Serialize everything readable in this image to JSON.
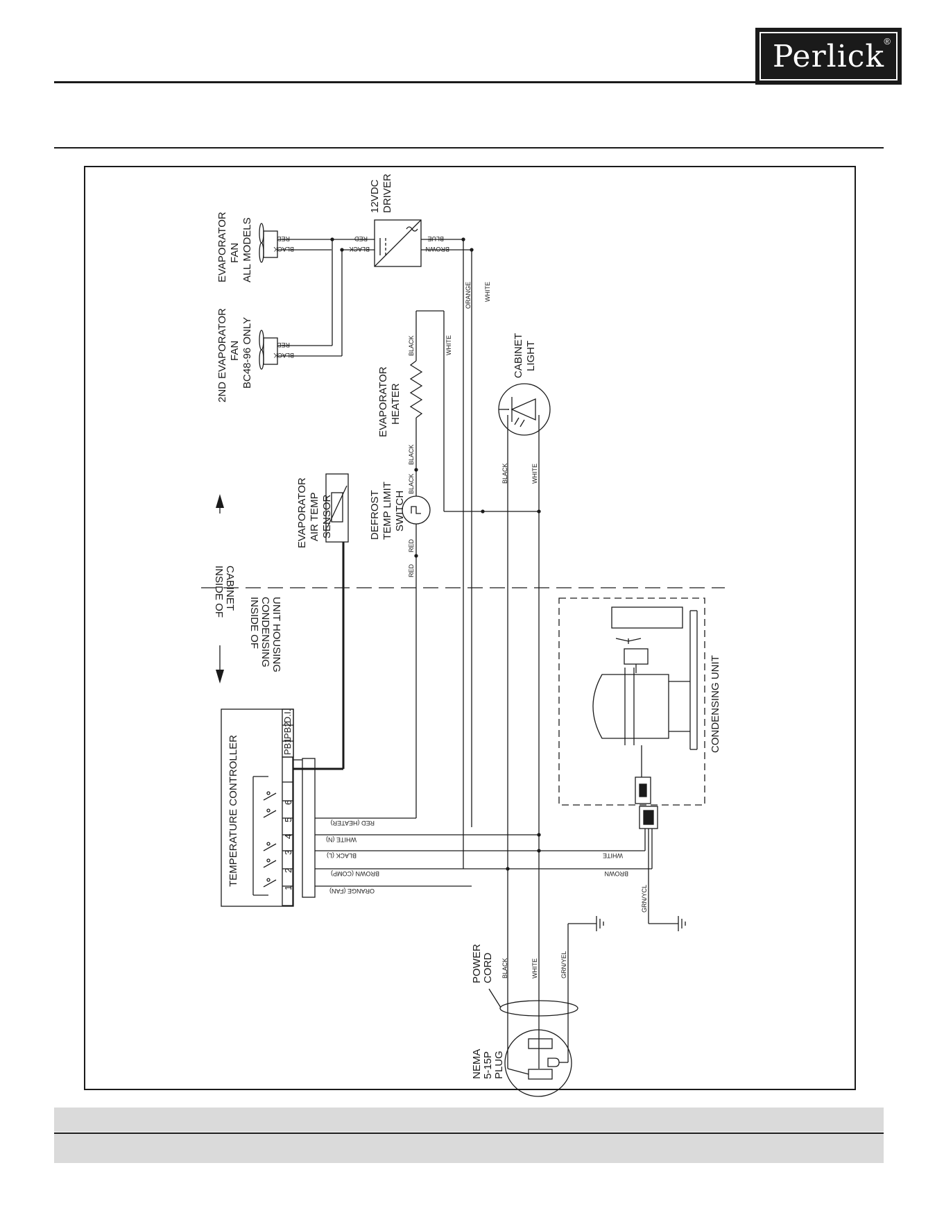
{
  "header": {
    "brand": "Perlick",
    "registered": "®"
  },
  "labels": {
    "evap_fan": [
      "EVAPORATOR",
      "FAN",
      "ALL MODELS"
    ],
    "evap_fan2": [
      "2ND EVAPORATOR",
      "FAN",
      "BC48-96 ONLY"
    ],
    "driver": [
      "12VDC",
      "DRIVER"
    ],
    "air_sensor": [
      "EVAPORATOR",
      "AIR TEMP",
      "SENSOR"
    ],
    "defrost": [
      "DEFROST",
      "TEMP LIMIT",
      "SWITCH"
    ],
    "heater": [
      "EVAPORATOR",
      "HEATER"
    ],
    "cabinet_light": [
      "CABINET",
      "LIGHT"
    ],
    "inside_cabinet": [
      "INSIDE OF",
      "CABINET"
    ],
    "inside_housing": [
      "INSIDE OF",
      "CONDENSING",
      "UNIT HOUSING"
    ],
    "temp_controller": "TEMPERATURE CONTROLLER",
    "condensing_unit": "CONDENSING UNIT",
    "power_cord": [
      "POWER",
      "CORD"
    ],
    "plug": [
      "NEMA",
      "5-15P",
      "PLUG"
    ]
  },
  "terminals": [
    "1",
    "2",
    "3",
    "4",
    "5",
    "6"
  ],
  "probe_ports": [
    "PB1",
    "PB2",
    "D.I."
  ],
  "wires": {
    "red": "RED",
    "black": "BLACK",
    "blue": "BLUE",
    "brown": "BROWN",
    "white": "WHITE",
    "orange": "ORANGE",
    "grnyel": "GRN/YEL",
    "grnycl": "GRN/YCL",
    "ctrl": [
      "ORANGE (FAN)",
      "BROWN (COMP)",
      "BLACK (L)",
      "WHITE (N)",
      "RED (HEATER)"
    ]
  }
}
